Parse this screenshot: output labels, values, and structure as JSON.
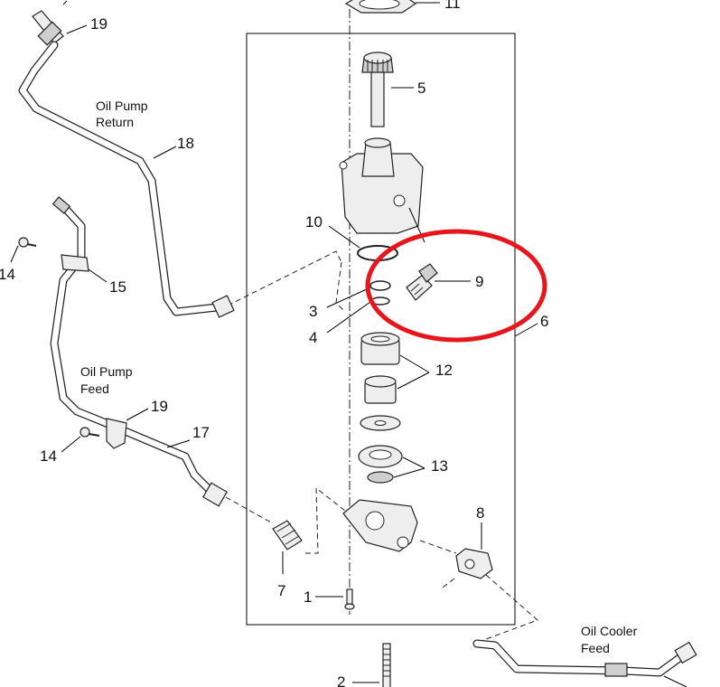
{
  "callouts": {
    "c1": "1",
    "c2": "2",
    "c3": "3",
    "c4": "4",
    "c5": "5",
    "c6": "6",
    "c7": "7",
    "c8": "8",
    "c9": "9",
    "c10": "10",
    "c11": "11",
    "c12": "12",
    "c13": "13",
    "c14a": "14",
    "c14b": "14",
    "c15": "15",
    "c17": "17",
    "c18": "18",
    "c19a": "19",
    "c19b": "19"
  },
  "labels": {
    "oil_pump_return": [
      "Oil Pump",
      "Return"
    ],
    "oil_pump_feed": [
      "Oil Pump",
      "Feed"
    ],
    "oil_cooler_feed": [
      "Oil Cooler",
      "Feed"
    ]
  },
  "highlight": {
    "color": "#e6161c",
    "target": "9"
  }
}
